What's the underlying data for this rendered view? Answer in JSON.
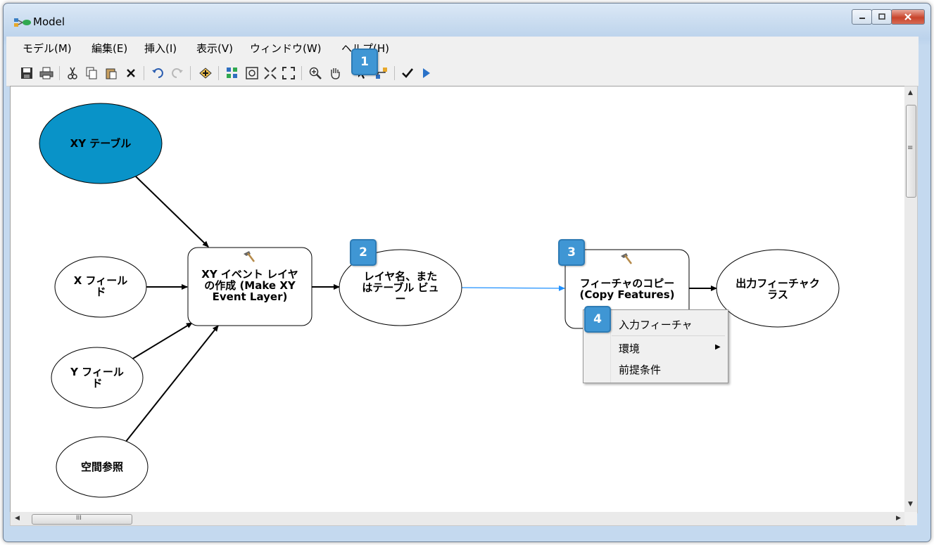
{
  "window": {
    "title": "Model"
  },
  "menubar": {
    "items": [
      "モデル(M)",
      "編集(E)",
      "挿入(I)",
      "表示(V)",
      "ウィンドウ(W)",
      "ヘルプ(H)"
    ]
  },
  "toolbar": {
    "icons": [
      "save-icon",
      "print-icon",
      "cut-icon",
      "copy-icon",
      "paste-icon",
      "delete-icon",
      "undo-icon",
      "redo-icon",
      "add-data-icon",
      "auto-layout-icon",
      "full-extent-icon",
      "fit-icon",
      "zoom-fit-icon",
      "zoom-in-icon",
      "pan-icon",
      "select-icon",
      "connect-icon",
      "validate-icon",
      "run-icon"
    ]
  },
  "model": {
    "nodes": {
      "xy_table": "XY テーブル",
      "x_field_line1": "X フィール",
      "x_field_line2": "ド",
      "y_field_line1": "Y フィール",
      "y_field_line2": "ド",
      "spatial_ref": "空間参照",
      "make_xy_line1": "XY イベント レイヤ",
      "make_xy_line2": "の作成 (Make XY",
      "make_xy_line3": "Event Layer)",
      "layer_name_line1": "レイヤ名、また",
      "layer_name_line2": "はテーブル ビュ",
      "layer_name_line3": "ー",
      "copy_features_line1": "フィーチャのコピー",
      "copy_features_line2": "(Copy Features)",
      "output_fc_line1": "出力フィーチャク",
      "output_fc_line2": "ラス"
    },
    "colors": {
      "data_fill": "#0993c8",
      "connector_active": "#1e90ff"
    }
  },
  "context_menu": {
    "items": [
      "入力フィーチャ",
      "環境",
      "前提条件"
    ]
  },
  "callouts": [
    "1",
    "2",
    "3",
    "4"
  ],
  "scrollbar": {
    "h_grip": "III",
    "v_grip": "≡"
  }
}
